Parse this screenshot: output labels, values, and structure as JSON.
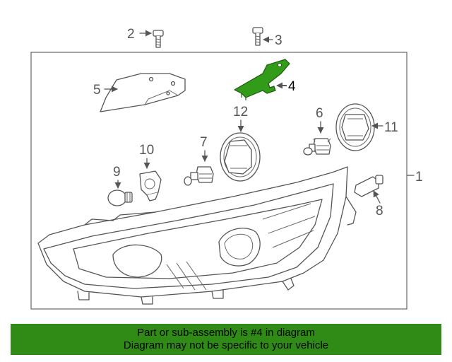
{
  "callouts": {
    "c1": "1",
    "c2": "2",
    "c3": "3",
    "c4": "4",
    "c5": "5",
    "c6": "6",
    "c7": "7",
    "c8": "8",
    "c9": "9",
    "c10": "10",
    "c11": "11",
    "c12": "12"
  },
  "highlight_color": "#339b1a",
  "banner_color": "#2f8b16",
  "notice": {
    "line1": "Part or sub-assembly is #4 in diagram",
    "line2": "Diagram may not be specific to your vehicle"
  }
}
